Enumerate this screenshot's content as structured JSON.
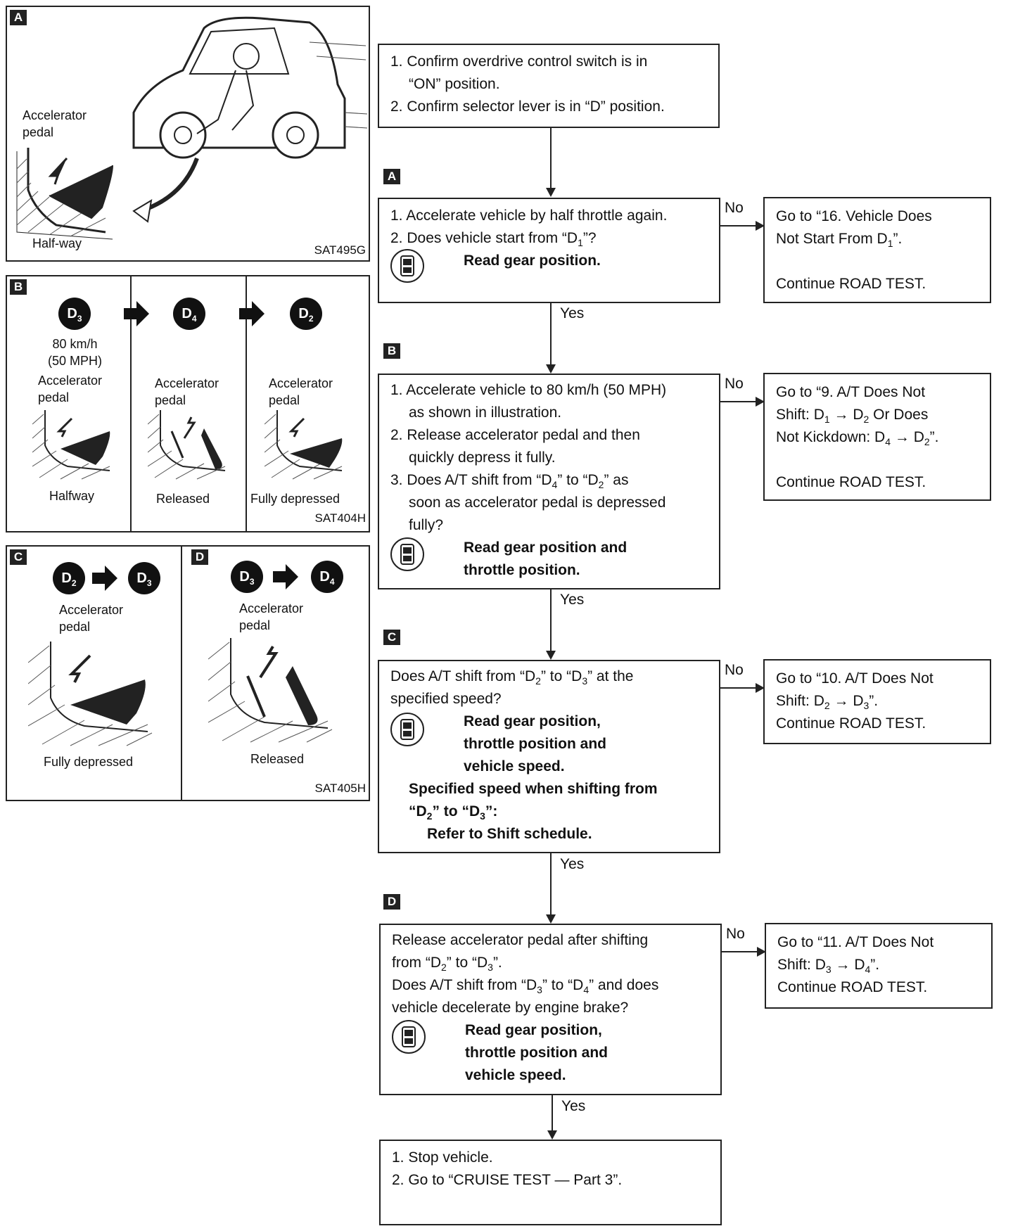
{
  "panels": {
    "A": {
      "tag": "A",
      "accel_label": "Accelerator\npedal",
      "pedal_label": "Half-way",
      "code": "SAT495G"
    },
    "B": {
      "tag": "B",
      "gears": [
        "D3",
        "D4",
        "D2"
      ],
      "speed": "80 km/h\n(50 MPH)",
      "accel_label": "Accelerator\npedal",
      "pedal_states": [
        "Halfway",
        "Released",
        "Fully depressed"
      ],
      "code": "SAT404H"
    },
    "C": {
      "tag": "C",
      "gears": [
        "D2",
        "D3"
      ],
      "accel_label": "Accelerator\npedal",
      "pedal_state": "Fully depressed"
    },
    "D": {
      "tag": "D",
      "gears": [
        "D3",
        "D4"
      ],
      "accel_label": "Accelerator\npedal",
      "pedal_state": "Released",
      "code": "SAT405H"
    }
  },
  "flow": {
    "start": {
      "lines": [
        "1. Confirm overdrive control switch is in",
        "“ON” position.",
        "2. Confirm selector lever is in “D” position."
      ]
    },
    "stepA": {
      "tag": "A",
      "lines": [
        "1. Accelerate vehicle by half throttle again.",
        "2. Does vehicle start from “D"
      ],
      "sub1": "1",
      "tail1": "”?",
      "monitor": "Read gear position.",
      "no_label": "No",
      "yes_label": "Yes",
      "result_lines": [
        "Go to “16. Vehicle Does",
        "Not Start From D"
      ],
      "result_sub": "1",
      "result_tail": "”.",
      "result_continue": "Continue ROAD TEST."
    },
    "stepB": {
      "tag": "B",
      "lines": [
        "1. Accelerate vehicle to 80 km/h (50 MPH)",
        "as shown in illustration.",
        "2. Release accelerator pedal and then",
        "quickly depress it fully.",
        "3. Does A/T shift from “D",
        "soon as accelerator pedal is depressed",
        "fully?"
      ],
      "monitor": [
        "Read gear position and",
        "throttle position."
      ],
      "no_label": "No",
      "yes_label": "Yes",
      "result_lines": [
        "Go to “9. A/T Does Not",
        "Shift: D",
        "Not Kickdown: D"
      ],
      "result_continue": "Continue ROAD TEST."
    },
    "stepC": {
      "tag": "C",
      "lines": [
        "Does A/T shift from “D",
        "specified speed?"
      ],
      "monitor": [
        "Read gear position,",
        "throttle position and",
        "vehicle speed."
      ],
      "spec": [
        "Specified speed when shifting from",
        "“D",
        "Refer to Shift schedule."
      ],
      "no_label": "No",
      "yes_label": "Yes",
      "result_lines": [
        "Go to “10. A/T Does Not",
        "Shift: D"
      ],
      "result_continue": "Continue ROAD TEST."
    },
    "stepD": {
      "tag": "D",
      "lines": [
        "Release accelerator pedal after shifting",
        "from “D",
        "Does A/T shift from “D",
        "vehicle decelerate by engine brake?"
      ],
      "monitor": [
        "Read gear position,",
        "throttle position and",
        "vehicle speed."
      ],
      "no_label": "No",
      "yes_label": "Yes",
      "result_lines": [
        "Go to “11. A/T Does Not",
        "Shift: D"
      ],
      "result_continue": "Continue ROAD TEST."
    },
    "end": {
      "lines": [
        "1. Stop vehicle.",
        "2. Go to “CRUISE TEST — Part 3”."
      ]
    }
  }
}
